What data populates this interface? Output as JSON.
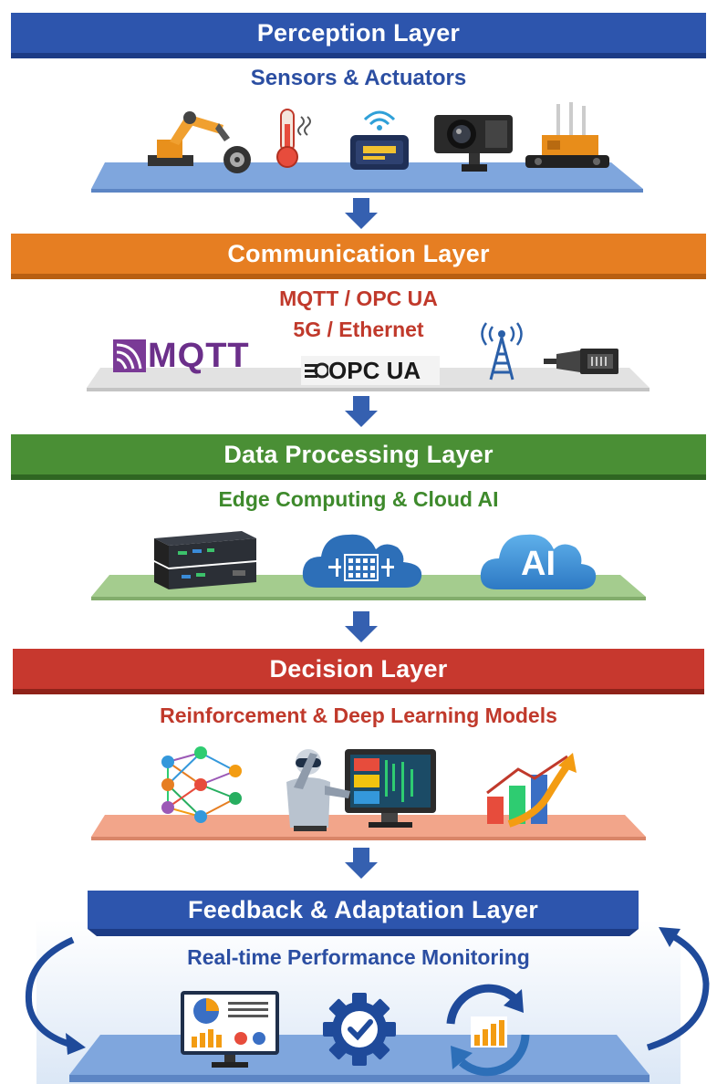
{
  "layers": [
    {
      "title": "Perception Layer",
      "subtitle": "Sensors & Actuators",
      "color": "#2d55ad",
      "subtitle_color": "#2b4ea2",
      "icons": [
        "robotic-arm-icon",
        "thermometer-icon",
        "wireless-sensor-icon",
        "camera-icon",
        "actuator-icon"
      ]
    },
    {
      "title": "Communication Layer",
      "subtitle_lines": [
        "MQTT / OPC UA",
        "5G / Ethernet"
      ],
      "color": "#e67e22",
      "subtitle_color": "#c0392b",
      "logos": {
        "mqtt": "MQTT",
        "opcua": "OPC UA"
      },
      "icons": [
        "mqtt-logo",
        "opc-ua-logo",
        "antenna-tower-icon",
        "ethernet-plug-icon"
      ]
    },
    {
      "title": "Data Processing Layer",
      "subtitle": "Edge Computing & Cloud AI",
      "color": "#4a8f35",
      "subtitle_color": "#3e8a2c",
      "cloud_label": "AI",
      "icons": [
        "edge-server-icon",
        "cloud-processing-icon",
        "cloud-ai-icon"
      ]
    },
    {
      "title": "Decision Layer",
      "subtitle": "Reinforcement & Deep Learning Models",
      "color": "#c7382e",
      "subtitle_color": "#c0392b",
      "icons": [
        "neural-network-icon",
        "robot-monitor-icon",
        "growth-chart-icon"
      ]
    },
    {
      "title": "Feedback & Adaptation Layer",
      "subtitle": "Real-time Performance Monitoring",
      "color": "#2d55ad",
      "subtitle_color": "#2b4ea2",
      "icons": [
        "dashboard-icon",
        "gear-check-icon",
        "cycle-chart-icon",
        "feedback-loop-arrow-icon"
      ]
    }
  ]
}
